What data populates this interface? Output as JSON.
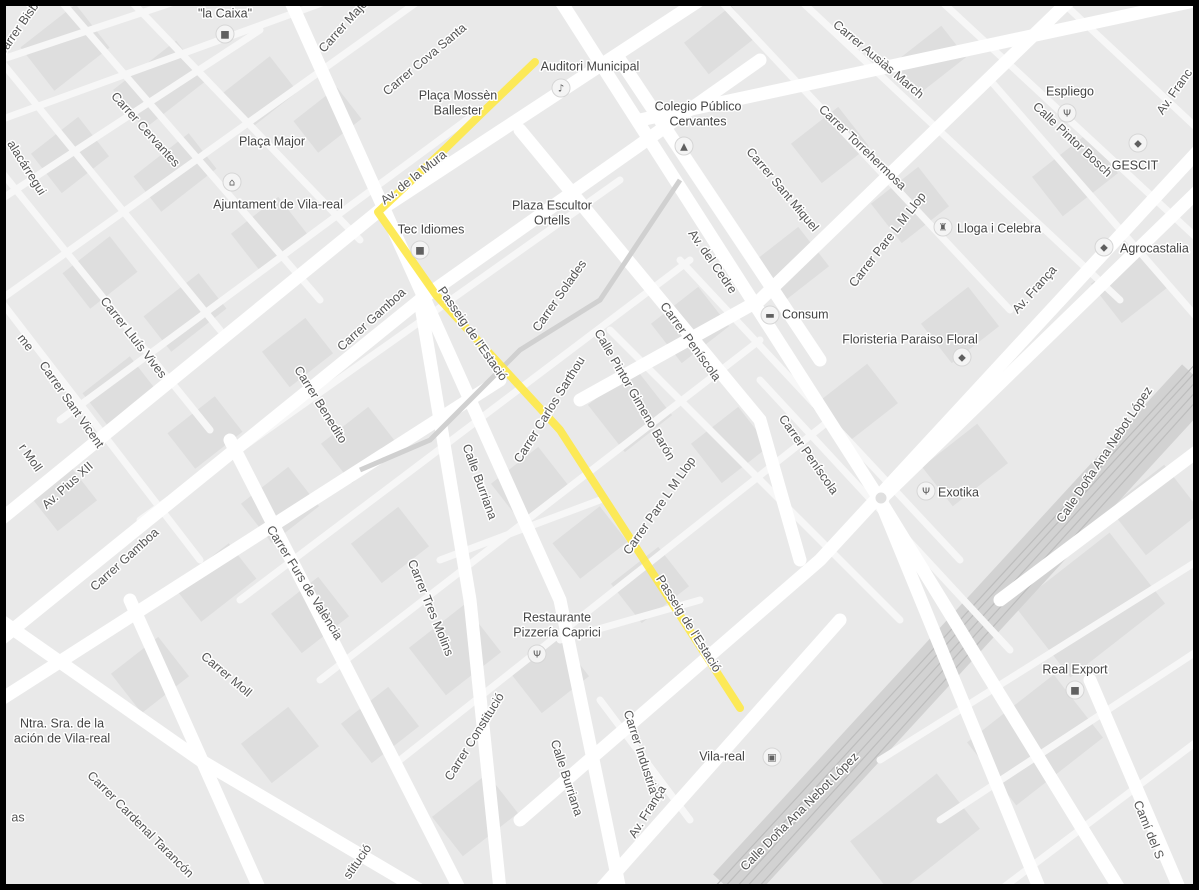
{
  "map": {
    "colors": {
      "background": "#e9e9e9",
      "block": "#dedede",
      "road_major": "#ffffff",
      "road_minor": "#f7f7f7",
      "route": "#fde84a",
      "rail": "#bdbdbd",
      "label": "#555555",
      "poi_label": "#444444"
    },
    "streets": [
      {
        "text": "Carrer Bisb"
      },
      {
        "text": "Carrer Major"
      },
      {
        "text": "Carrer Cova Santa"
      },
      {
        "text": "Carrer Cervantes"
      },
      {
        "text": "alacárregui"
      },
      {
        "text": "Av. de la Mura"
      },
      {
        "text": "Carrer Ausiàs March"
      },
      {
        "text": "Carrer Torrehermosa"
      },
      {
        "text": "Carrer Sant Miquel"
      },
      {
        "text": "Carrer Pare L M Llop"
      },
      {
        "text": "Calle Pintor Bosch"
      },
      {
        "text": "Av. Franc"
      },
      {
        "text": "Av. França"
      },
      {
        "text": "Av. del Cedre"
      },
      {
        "text": "Carrer Solades"
      },
      {
        "text": "Calle Pintor Gimeno Barón"
      },
      {
        "text": "Carrer Peníscola"
      },
      {
        "text": "Carrer Peníscola"
      },
      {
        "text": "Passeig de l'Estació"
      },
      {
        "text": "Carrer Gamboa"
      },
      {
        "text": "Carrer Lluís Vives"
      },
      {
        "text": "me"
      },
      {
        "text": "Carrer Sant Vicent"
      },
      {
        "text": "r Moll"
      },
      {
        "text": "Av. Pius XII"
      },
      {
        "text": "Carrer Benedito"
      },
      {
        "text": "Carrer Carlos Sarthou"
      },
      {
        "text": "Calle Burriana"
      },
      {
        "text": "Carrer Pare L M Llop"
      },
      {
        "text": "Passeig de l'Estació"
      },
      {
        "text": "Calle Doña Ana Nebot López"
      },
      {
        "text": "Carrer Gamboa"
      },
      {
        "text": "Carrer Furs de València"
      },
      {
        "text": "Carrer Tres Molins"
      },
      {
        "text": "Carrer Moll"
      },
      {
        "text": "Carrer Constitució"
      },
      {
        "text": "Carrer Industria"
      },
      {
        "text": "Calle Burriana"
      },
      {
        "text": "Av. França"
      },
      {
        "text": "Calle Doña Ana Nebot López"
      },
      {
        "text": "Carrer Cardenal Tarancón"
      },
      {
        "text": "stitució"
      },
      {
        "text": "Camí del S"
      },
      {
        "text": "as"
      }
    ],
    "pois": [
      {
        "label": [
          "\"la Caixa\""
        ],
        "icon": "bank-icon"
      },
      {
        "label": [
          "Auditori Municipal"
        ],
        "icon": "theatre-icon"
      },
      {
        "label": [
          "Plaça Mossèn",
          "Ballester"
        ],
        "icon": null
      },
      {
        "label": [
          "Plaça Major"
        ],
        "icon": null
      },
      {
        "label": [
          "Ajuntament de Vila-real"
        ],
        "icon": "city-hall-icon"
      },
      {
        "label": [
          "Plaza Escultor",
          "Ortells"
        ],
        "icon": null
      },
      {
        "label": [
          "Tec Idiomes"
        ],
        "icon": "square-icon"
      },
      {
        "label": [
          "Colegio Público",
          "Cervantes"
        ],
        "icon": "school-icon"
      },
      {
        "label": [
          "Espliego"
        ],
        "icon": "restaurant-icon"
      },
      {
        "label": [
          "GESCIT"
        ],
        "icon": "shopping-bag-icon"
      },
      {
        "label": [
          "Lloga i Celebra"
        ],
        "icon": "landmark-icon"
      },
      {
        "label": [
          "Agrocastalia"
        ],
        "icon": "shopping-bag-icon"
      },
      {
        "label": [
          "Consum"
        ],
        "icon": "cart-icon"
      },
      {
        "label": [
          "Floristeria Paraiso Floral"
        ],
        "icon": "shopping-bag-icon"
      },
      {
        "label": [
          "Exotika"
        ],
        "icon": "restaurant-icon"
      },
      {
        "label": [
          "Restaurante",
          "Pizzería Caprici"
        ],
        "icon": "restaurant-icon"
      },
      {
        "label": [
          "Real Export"
        ],
        "icon": "square-icon"
      },
      {
        "label": [
          "Vila-real"
        ],
        "icon": "train-station-icon"
      },
      {
        "label": [
          "Ntra. Sra. de la",
          "ación de Vila-real"
        ],
        "icon": null
      }
    ]
  }
}
